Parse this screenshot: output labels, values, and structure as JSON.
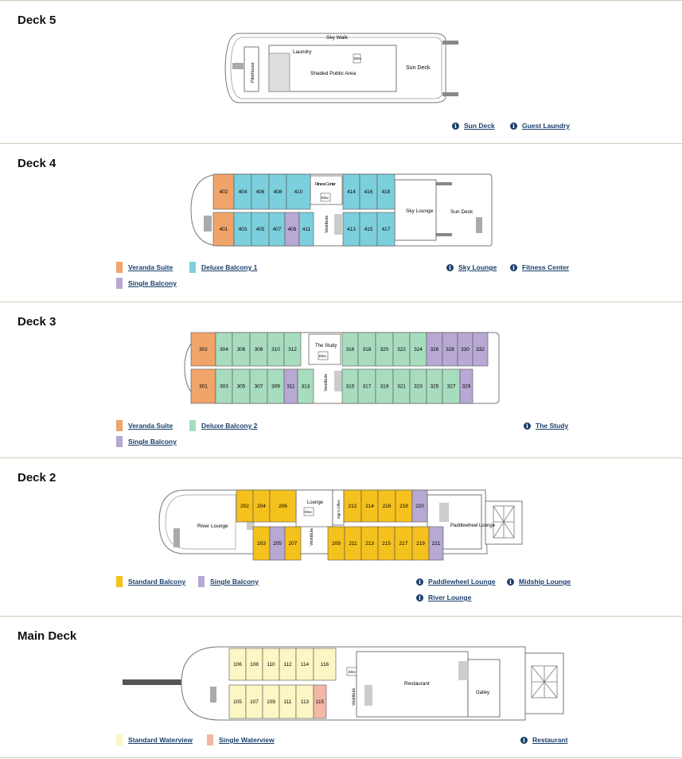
{
  "colors": {
    "veranda_suite": "#f0a46a",
    "deluxe_balcony_1": "#7ccfdc",
    "deluxe_balcony_2": "#a8dcbf",
    "single_balcony": "#b7a9d3",
    "standard_balcony": "#f5c11c",
    "standard_waterview": "#fbf6c4",
    "single_waterview": "#f3b7a7",
    "link": "#1a3f6b"
  },
  "decks": {
    "deck5": {
      "title": "Deck 5",
      "labels": {
        "skywalk": "Sky Walk",
        "laundry": "Laundry",
        "elev": "Elev.",
        "shaded": "Shaded Public Area",
        "sundeck": "Sun Deck",
        "pilothouse": "Pilothouse"
      },
      "links": [
        "Sun Deck",
        "Guest Laundry"
      ]
    },
    "deck4": {
      "title": "Deck 4",
      "rooms_top": [
        "402",
        "404",
        "406",
        "408",
        "410",
        "414",
        "416",
        "418"
      ],
      "rooms_bottom": [
        "401",
        "403",
        "405",
        "407",
        "409",
        "411",
        "413",
        "415",
        "417"
      ],
      "labels": {
        "fitness": "Fitness Center",
        "elev": "Elev.",
        "vestibule": "Vestibule",
        "sky": "Sky Lounge",
        "sundeck": "Sun Deck"
      },
      "legend": [
        "Veranda Suite",
        "Deluxe Balcony 1",
        "Single Balcony"
      ],
      "links": [
        "Sky Lounge",
        "Fitness Center"
      ]
    },
    "deck3": {
      "title": "Deck 3",
      "rooms_top": [
        "302",
        "304",
        "306",
        "308",
        "310",
        "312",
        "316",
        "318",
        "320",
        "322",
        "324",
        "326",
        "328",
        "330",
        "332"
      ],
      "rooms_bottom": [
        "301",
        "303",
        "305",
        "307",
        "309",
        "311",
        "313",
        "315",
        "317",
        "319",
        "321",
        "323",
        "325",
        "327",
        "329"
      ],
      "labels": {
        "study": "The Study",
        "elev": "Elev.",
        "vestibule": "Vestibule"
      },
      "legend": [
        "Veranda Suite",
        "Deluxe Balcony 2",
        "Single Balcony"
      ],
      "links": [
        "The Study"
      ]
    },
    "deck2": {
      "title": "Deck 2",
      "rooms_top": [
        "202",
        "204",
        "206",
        "212",
        "214",
        "216",
        "218",
        "220"
      ],
      "rooms_bottom": [
        "203",
        "205",
        "207",
        "209",
        "211",
        "213",
        "215",
        "217",
        "219",
        "221"
      ],
      "labels": {
        "river": "River Lounge",
        "lounge": "Lounge",
        "elev": "Elev.",
        "office": "Mgr's Office",
        "vestibule": "Vestibule",
        "paddle": "Paddlewheel Lounge"
      },
      "legend": [
        "Standard Balcony",
        "Single Balcony"
      ],
      "links": [
        "Paddlewheel Lounge",
        "Midship Lounge",
        "River Lounge"
      ]
    },
    "main": {
      "title": "Main Deck",
      "rooms_top": [
        "106",
        "108",
        "110",
        "112",
        "114",
        "116"
      ],
      "rooms_bottom": [
        "105",
        "107",
        "109",
        "111",
        "113",
        "115"
      ],
      "labels": {
        "elev": "Elev.",
        "vestibule": "Vestibule",
        "restaurant": "Restaurant",
        "galley": "Galley"
      },
      "legend": [
        "Standard Waterview",
        "Single Waterview"
      ],
      "links": [
        "Restaurant"
      ]
    }
  }
}
